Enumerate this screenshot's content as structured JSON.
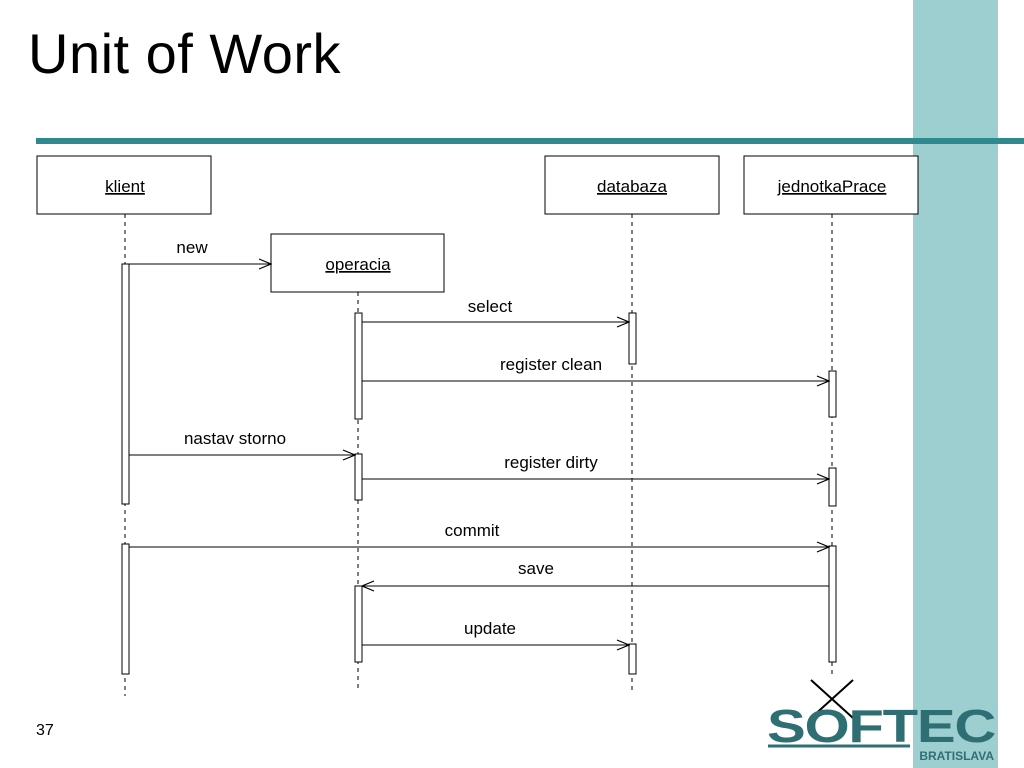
{
  "slide": {
    "title": "Unit of Work",
    "page_number": "37"
  },
  "objects": {
    "klient": "klient",
    "operacia": "operacia",
    "databaza": "databaza",
    "jednotkaPrace": "jednotkaPrace"
  },
  "messages": {
    "new": "new",
    "select": "select",
    "register_clean": "register clean",
    "nastav_storno": "nastav storno",
    "register_dirty": "register dirty",
    "commit": "commit",
    "save": "save",
    "update": "update"
  },
  "logo": {
    "name": "SOFTEC",
    "city": "BRATISLAVA"
  },
  "colors": {
    "accent": "#2f8a90",
    "side_band": "#9ecfd0"
  }
}
